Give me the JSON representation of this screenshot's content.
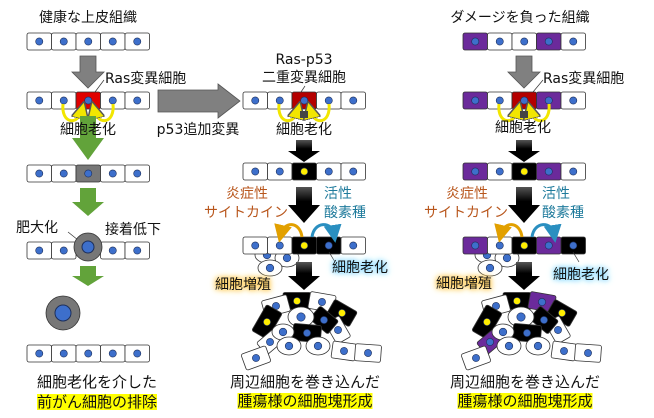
{
  "colors": {
    "nucleus": "#3d6fcb",
    "ras": "#e00000",
    "ras_double": "#b40000",
    "senescent": "#777777",
    "damaged": "#6b2a9b",
    "black": "#000000",
    "arrow_gray": "#808080",
    "arrow_green": "#62a33a",
    "inflammatory": "#b8561c",
    "ros": "#1f7b9c",
    "highlight": "#ffff00"
  },
  "left": {
    "title": "健康な上皮組織",
    "ras_label": "Ras変異細胞",
    "senescence": "細胞老化",
    "hypertrophy": "肥大化",
    "adhesion_loss": "接着低下",
    "caption_line1": "細胞老化を介した",
    "caption_line2": "前がん細胞の排除",
    "rows": [
      [
        "n",
        "n",
        "n",
        "n",
        "n"
      ],
      [
        "n",
        "n",
        "r",
        "n",
        "n"
      ],
      [
        "n",
        "n",
        "g",
        "n",
        "n"
      ],
      [
        "n",
        "n",
        "x",
        "n",
        "n"
      ],
      [
        "n",
        "n",
        "n",
        "n",
        "n"
      ]
    ]
  },
  "middle": {
    "transition_label": "p53追加変異",
    "title_line1": "Ras-p53",
    "title_line2": "二重変異細胞",
    "senescence": "細胞老化",
    "inflammatory_line1": "炎症性",
    "inflammatory_line2": "サイトカイン",
    "ros_line1": "活性",
    "ros_line2": "酸素種",
    "secondary_senescence": "細胞老化",
    "proliferation": "細胞増殖",
    "caption_line1": "周辺細胞を巻き込んだ",
    "caption_line2": "腫瘍様の細胞塊形成",
    "rows": [
      [
        "n",
        "n",
        "dr",
        "n",
        "n"
      ],
      [
        "n",
        "n",
        "b",
        "n",
        "n"
      ],
      [
        "n",
        "n",
        "b",
        "bb",
        "n"
      ]
    ]
  },
  "right": {
    "title": "ダメージを負った組織",
    "ras_label": "Ras変異細胞",
    "senescence": "細胞老化",
    "inflammatory_line1": "炎症性",
    "inflammatory_line2": "サイトカイン",
    "ros_line1": "活性",
    "ros_line2": "酸素種",
    "secondary_senescence": "細胞老化",
    "proliferation": "細胞増殖",
    "caption_line1": "周辺細胞を巻き込んだ",
    "caption_line2": "腫瘍様の細胞塊形成",
    "rows": [
      [
        "p",
        "n",
        "n",
        "p",
        "n"
      ],
      [
        "p",
        "n",
        "dr",
        "p",
        "n"
      ],
      [
        "p",
        "n",
        "b",
        "p",
        "n"
      ],
      [
        "p",
        "n",
        "b",
        "p",
        "bb"
      ]
    ]
  }
}
